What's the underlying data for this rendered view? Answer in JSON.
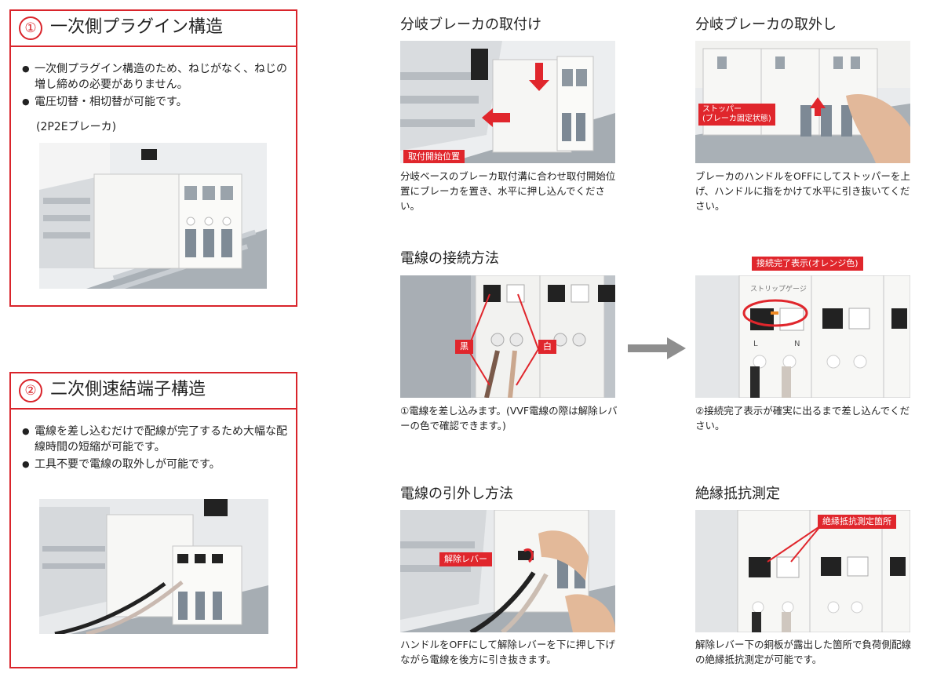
{
  "panel1": {
    "number": "①",
    "title": "一次側プラグイン構造",
    "bullets": [
      "一次側プラグイン構造のため、ねじがなく、ねじの増し締めの必要がありません。",
      "電圧切替・相切替が可能です。"
    ],
    "note": "(2P2Eブレーカ)"
  },
  "panel2": {
    "number": "②",
    "title": "二次側速結端子構造",
    "bullets": [
      "電線を差し込むだけで配線が完了するため大幅な配線時間の短縮が可能です。",
      "工具不要で電線の取外しが可能です。"
    ]
  },
  "install": {
    "title": "分岐ブレーカの取付け",
    "label": "取付開始位置",
    "caption": "分岐ベースのブレーカ取付溝に合わせ取付開始位置にブレーカを置き、水平に押し込んでください。"
  },
  "remove": {
    "title": "分岐ブレーカの取外し",
    "label_line1": "ストッパー",
    "label_line2": "(ブレーカ固定状態)",
    "caption": "ブレーカのハンドルをOFFにしてストッパーを上げ、ハンドルに指をかけて水平に引き抜いてください。"
  },
  "connect": {
    "title": "電線の接続方法",
    "label_black": "黒",
    "label_white": "白",
    "caption": "①電線を差し込みます。(VVF電線の際は解除レバーの色で確認できます。)",
    "complete_label": "接続完了表示(オレンジ色)",
    "caption2": "②接続完了表示が確実に出るまで差し込んでください。"
  },
  "pull": {
    "title": "電線の引外し方法",
    "label": "解除レバー",
    "caption": "ハンドルをOFFにして解除レバーを下に押し下げながら電線を後方に引き抜きます。"
  },
  "insulation": {
    "title": "絶縁抵抗測定",
    "label": "絶縁抵抗測定箇所",
    "caption": "解除レバー下の銅板が露出した箇所で負荷側配線の絶縁抵抗測定が可能です。"
  },
  "photo_text": {
    "terminal_L": "L",
    "terminal_N": "N",
    "strip_gauge": "ストリップゲージ"
  },
  "colors": {
    "accent": "#d9242b",
    "tag": "#e0262c",
    "arrow": "#8e8e8e"
  }
}
